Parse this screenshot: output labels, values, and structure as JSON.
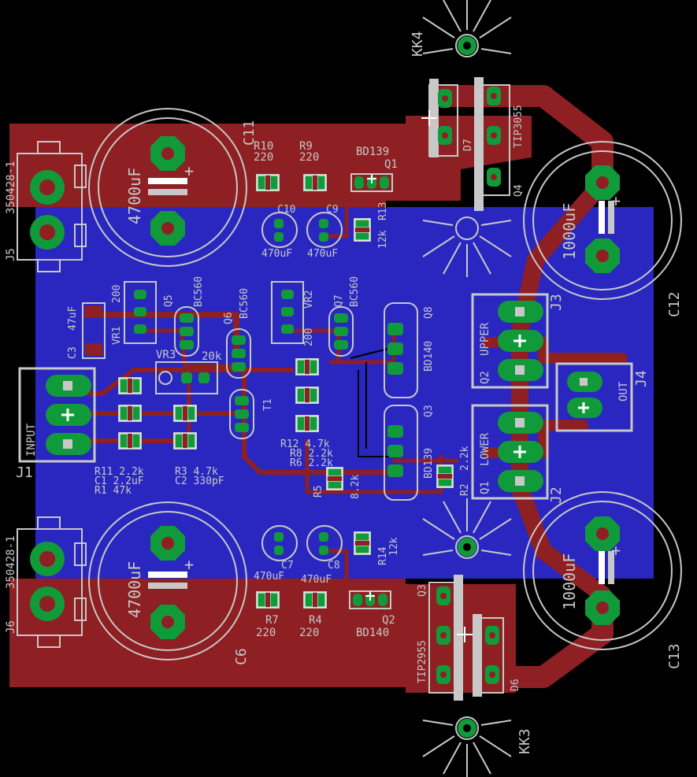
{
  "colors": {
    "background": "#000000",
    "top_copper": "#8e1f22",
    "bottom_copper": "#2a27c0",
    "pad": "#119a3a",
    "silk": "#c8c8c8",
    "white": "#ffffff"
  },
  "labels": {
    "c11": "C11",
    "c12": "C12",
    "c13": "C13",
    "c6": "C6",
    "c11_val": "4700uF",
    "c6_val": "4700uF",
    "c12_val": "1000uF",
    "c13_val": "1000uF",
    "kk4": "KK4",
    "kk3": "KK3",
    "j5": "J5",
    "j5_part": "350428-1",
    "j6": "J6",
    "j6_part": "350428-1",
    "j1": "J1",
    "j1_input": "INPUT",
    "j2": "J2",
    "j2_lower": "LOWER",
    "j2_q1": "Q1",
    "j3": "J3",
    "j3_upper": "UPPER",
    "j3_q2": "Q2",
    "j4": "J4",
    "j4_out": "OUT",
    "r10": "R10",
    "r10_val": "220",
    "r9": "R9",
    "r9_val": "220",
    "r7": "R7",
    "r7_val": "220",
    "r4": "R4",
    "r4_val": "220",
    "bd139_top": "BD139",
    "q1": "Q1",
    "bd140_bot": "BD140",
    "q2": "Q2",
    "c10": "C10",
    "c10_val": "470uF",
    "c9": "C9",
    "c9_val": "470uF",
    "c7": "C7",
    "c7_val": "470uF",
    "c8": "C8",
    "c8_val": "470uF",
    "r13": "R13",
    "r13_val": "12k",
    "r14": "R14",
    "r14_val": "12k",
    "tip3055": "TIP3055",
    "d7": "D7",
    "q4": "Q4",
    "tip2955": "TIP2955",
    "d6": "D6",
    "q3": "Q3",
    "q5": "Q5",
    "q5_val": "BC560",
    "q6": "Q6",
    "q6_val": "BC560",
    "q7": "Q7",
    "q7_val": "BC560",
    "vr1": "VR1",
    "vr1_val": "200",
    "vr2": "VR2",
    "vr2_val": "200",
    "vr3": "VR3",
    "vr3_val": "20k",
    "c3": "C3",
    "c3_val": "47uF",
    "q8": "Q8",
    "q8_val": "BD140",
    "q3b": "Q3",
    "q3b_val": "BD139",
    "t1": "T1",
    "r12_line": "R12 4.7k",
    "r8_line": "R8 2.2k",
    "r6_line": "R6 2.2k",
    "r5": "R5",
    "r5_val": "8.2k",
    "r2": "R2",
    "r2_val": "2.2k",
    "r11_line": "R11 2.2k",
    "c1_line": "C1  2.2uF",
    "r1_line": "R1   47k",
    "r3_line": "R3 4.7k",
    "c2_line": "C2 330pF"
  }
}
